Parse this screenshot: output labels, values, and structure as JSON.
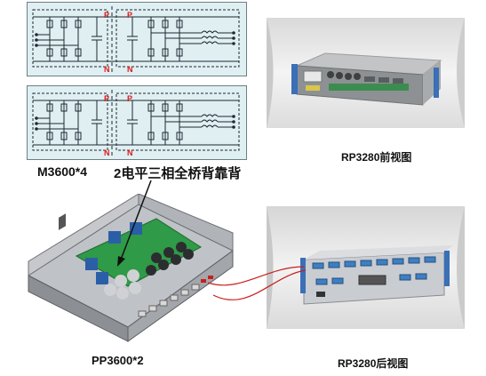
{
  "schematic": {
    "labels": {
      "p": "P",
      "n": "N"
    }
  },
  "captions": {
    "m3600": "M3600*4",
    "bridge": "2电平三相全桥背靠背",
    "rp_front": "RP3280前视图",
    "pp3600": "PP3600*2",
    "rp_rear": "RP3280后视图"
  },
  "colors": {
    "schematic_bg": "#dfeff2",
    "schematic_line": "#1e2a33",
    "pn_label": "#e0181b",
    "wire": "#c81e1e",
    "chassis_blue": "#2a5fa8",
    "pcb_green": "#2f9a47"
  }
}
